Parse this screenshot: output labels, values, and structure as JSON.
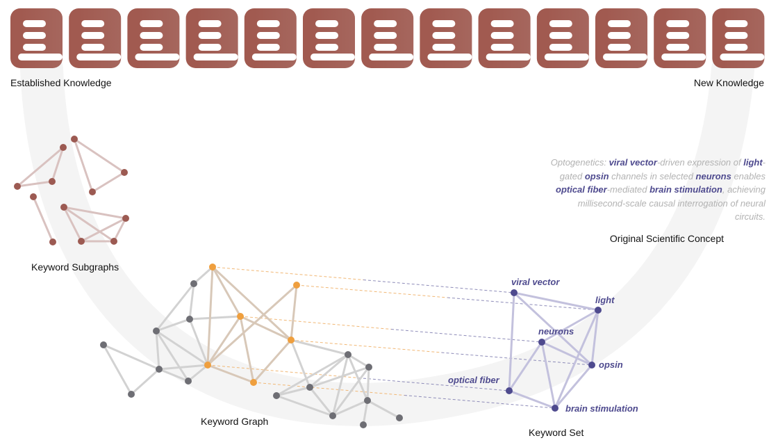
{
  "colors": {
    "established": "#a15a50",
    "middle": "#cbcbcb",
    "new": "#4e4a94",
    "subgraph_node": "#9c5a52",
    "subgraph_edge": "#d9c2c0",
    "graph_node": "#6e6e74",
    "graph_edge": "#d2d2d2",
    "highlight_node": "#ef9f3e",
    "highlight_edge": "#d8c8b8",
    "keyword": "#4e4a8e",
    "keyword_edge": "#c3c1dd",
    "arc": "#f4f4f4"
  },
  "icons": {
    "count": 13,
    "name": "document-stack-icon"
  },
  "labels": {
    "established": "Established Knowledge",
    "new": "New Knowledge",
    "subgraphs": "Keyword Subgraphs",
    "graph": "Keyword Graph",
    "set": "Keyword Set",
    "concept_caption": "Original Scientific Concept"
  },
  "concept": [
    {
      "t": "Optogenetics: ",
      "k": false
    },
    {
      "t": "viral vector",
      "k": true
    },
    {
      "t": "-driven expression of ",
      "k": false
    },
    {
      "t": "light",
      "k": true
    },
    {
      "t": "-gated ",
      "k": false
    },
    {
      "t": "opsin",
      "k": true
    },
    {
      "t": " channels in selected ",
      "k": false
    },
    {
      "t": "neurons",
      "k": true
    },
    {
      "t": " enables ",
      "k": false
    },
    {
      "t": "optical fiber",
      "k": true
    },
    {
      "t": "-mediated ",
      "k": false
    },
    {
      "t": "brain stimulation",
      "k": true
    },
    {
      "t": ", achieving millisecond-scale causal interrogation of neural circuits.",
      "k": false
    }
  ],
  "keywords": [
    "viral vector",
    "light",
    "neurons",
    "opsin",
    "optical fiber",
    "brain stimulation"
  ]
}
